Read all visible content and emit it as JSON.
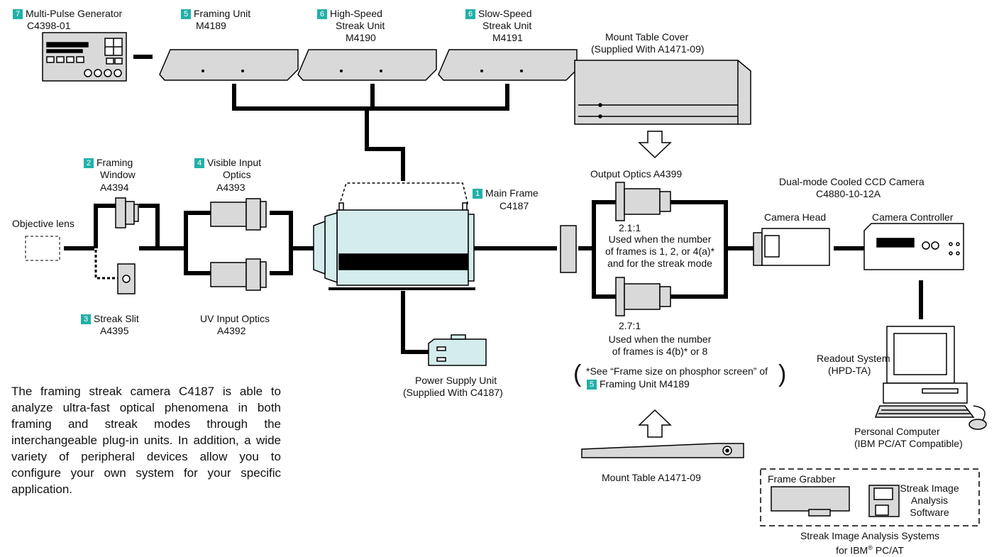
{
  "colors": {
    "teal": "#22b0a8",
    "fill_gray": "#d9d9d9",
    "fill_cyan": "#d4ecec",
    "line": "#000000"
  },
  "units": {
    "multi_pulse": {
      "num": "7",
      "name": "Multi-Pulse Generator",
      "model": "C4398-01"
    },
    "framing_unit": {
      "num": "5",
      "name": "Framing Unit",
      "model": "M4189"
    },
    "high_speed": {
      "num": "6",
      "name1": "High-Speed",
      "name2": "Streak Unit",
      "model": "M4190"
    },
    "slow_speed": {
      "num": "6",
      "name1": "Slow-Speed",
      "name2": "Streak Unit",
      "model": "M4191"
    },
    "mount_cover": {
      "name": "Mount Table Cover",
      "sub": "(Supplied With A1471-09)"
    },
    "framing_window": {
      "num": "2",
      "name1": "Framing",
      "name2": "Window",
      "model": "A4394"
    },
    "visible_optics": {
      "num": "4",
      "name1": "Visible Input",
      "name2": "Optics",
      "model": "A4393"
    },
    "main_frame": {
      "num": "1",
      "name": "Main Frame",
      "model": "C4187"
    },
    "output_optics": {
      "name": "Output Optics A4399"
    },
    "ccd_camera": {
      "name": "Dual-mode Cooled CCD Camera",
      "model": "C4880-10-12A"
    },
    "camera_head": {
      "name": "Camera Head"
    },
    "camera_controller": {
      "name": "Camera Controller"
    },
    "objective": {
      "name": "Objective lens"
    },
    "ratio_1": {
      "ratio": "2.1:1",
      "l1": "Used when the number",
      "l2": "of frames is 1, 2, or 4(a)*",
      "l3": "and for the streak mode"
    },
    "ratio_2": {
      "ratio": "2.7:1",
      "l1": "Used when the number",
      "l2": "of frames is 4(b)* or 8"
    },
    "streak_slit": {
      "num": "3",
      "name": "Streak Slit",
      "model": "A4395"
    },
    "uv_optics": {
      "name": "UV Input Optics",
      "model": "A4392"
    },
    "power_supply": {
      "name": "Power Supply Unit",
      "sub": "(Supplied With C4187)"
    },
    "footnote": {
      "l1": "*See “Frame size on phosphor screen” of",
      "num": "5",
      "l2": "Framing Unit M4189"
    },
    "readout": {
      "name": "Readout System",
      "sub": "(HPD-TA)"
    },
    "pc": {
      "name": "Personal Computer",
      "sub": "(IBM PC/AT Compatible)"
    },
    "mount_table": {
      "name": "Mount Table A1471-09"
    },
    "frame_grabber": {
      "name": "Frame Grabber"
    },
    "software": {
      "l1": "Streak Image",
      "l2": "Analysis",
      "l3": "Software"
    },
    "analysis_systems": {
      "l1": "Streak Image Analysis Systems",
      "l2a": "for IBM",
      "l2b": "®",
      "l2c": " PC/AT"
    }
  },
  "description": "The framing streak camera C4187 is able to analyze ultra-fast optical phenomena in both framing and streak modes through the interchangeable plug-in units. In addition, a wide variety of peripheral devices allow you to configure your own system for your specific application."
}
